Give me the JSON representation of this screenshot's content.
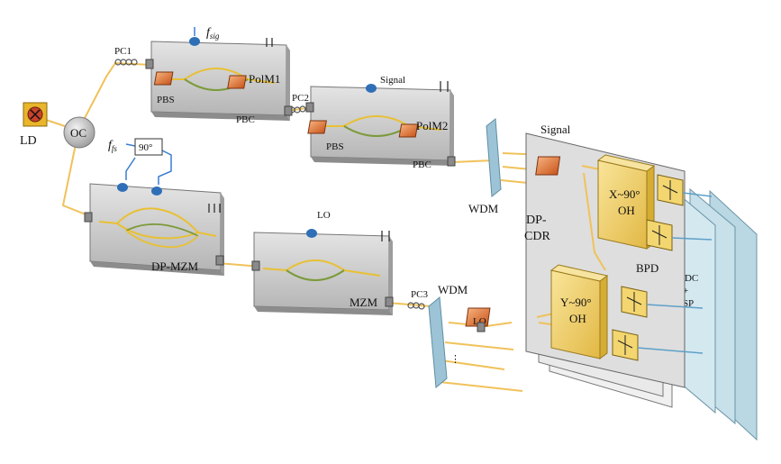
{
  "labels": {
    "ld": "LD",
    "oc": "OC",
    "pc1": "PC1",
    "pc2": "PC2",
    "pc3": "PC3",
    "f_sig_base": "f",
    "f_sig_sub": "sig",
    "f_fs_base": "f",
    "f_fs_sub": "fs",
    "phase90": "90°",
    "polm1": "PolM1",
    "polm2": "PolM2",
    "pbs1": "PBS",
    "pbc1": "PBC",
    "pbs2": "PBS",
    "pbc2": "PBC",
    "signal_top": "Signal",
    "signal_cdr": "Signal",
    "dpmzm": "DP-MZM",
    "lo_top": "LO",
    "lo_cdr": "LO",
    "mzm": "MZM",
    "wdm1": "WDM",
    "wdm2": "WDM",
    "dpcdr_line1": "DP-",
    "dpcdr_line2": "CDR",
    "x_oh_line1": "X~90°",
    "x_oh_line2": "OH",
    "y_oh_line1": "Y~90°",
    "y_oh_line2": "OH",
    "bpd": "BPD",
    "adc_line1": "ADC",
    "adc_line2": "+",
    "adc_line3": "DSP"
  },
  "colors": {
    "fiber": "#f0c25a",
    "waveguide_yellow": "#e8c034",
    "waveguide_green": "#7c9a3a",
    "block_gray": "#c9c9c9",
    "block_dark": "#8c8c8c",
    "orange": "#e07a35",
    "ld_yellow": "#e9b52a",
    "electrode_blue": "#2f6fb8",
    "wdm_blue": "#9cc4d6",
    "oh_yellow": "#f3d670",
    "adc_blue": "#b9d8e4"
  }
}
